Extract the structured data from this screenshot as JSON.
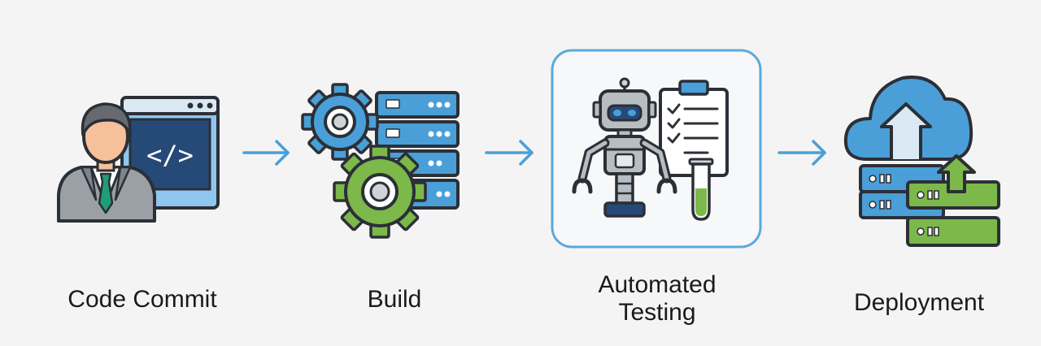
{
  "steps": [
    {
      "label": "Code Commit",
      "icon": "developer-code-icon"
    },
    {
      "label": "Build",
      "icon": "gears-servers-icon"
    },
    {
      "label_lines": [
        "Automated",
        "Testing"
      ],
      "icon": "robot-checklist-icon",
      "highlighted": true
    },
    {
      "label": "Deployment",
      "icon": "cloud-upload-servers-icon"
    }
  ],
  "code_glyph": "</>",
  "colors": {
    "background": "#f4f4f4",
    "outline": "#2b2f36",
    "accent_blue": "#4a9fd8",
    "accent_green": "#7cb84a",
    "navy": "#264a78",
    "highlight_border": "#5aa9dc"
  }
}
